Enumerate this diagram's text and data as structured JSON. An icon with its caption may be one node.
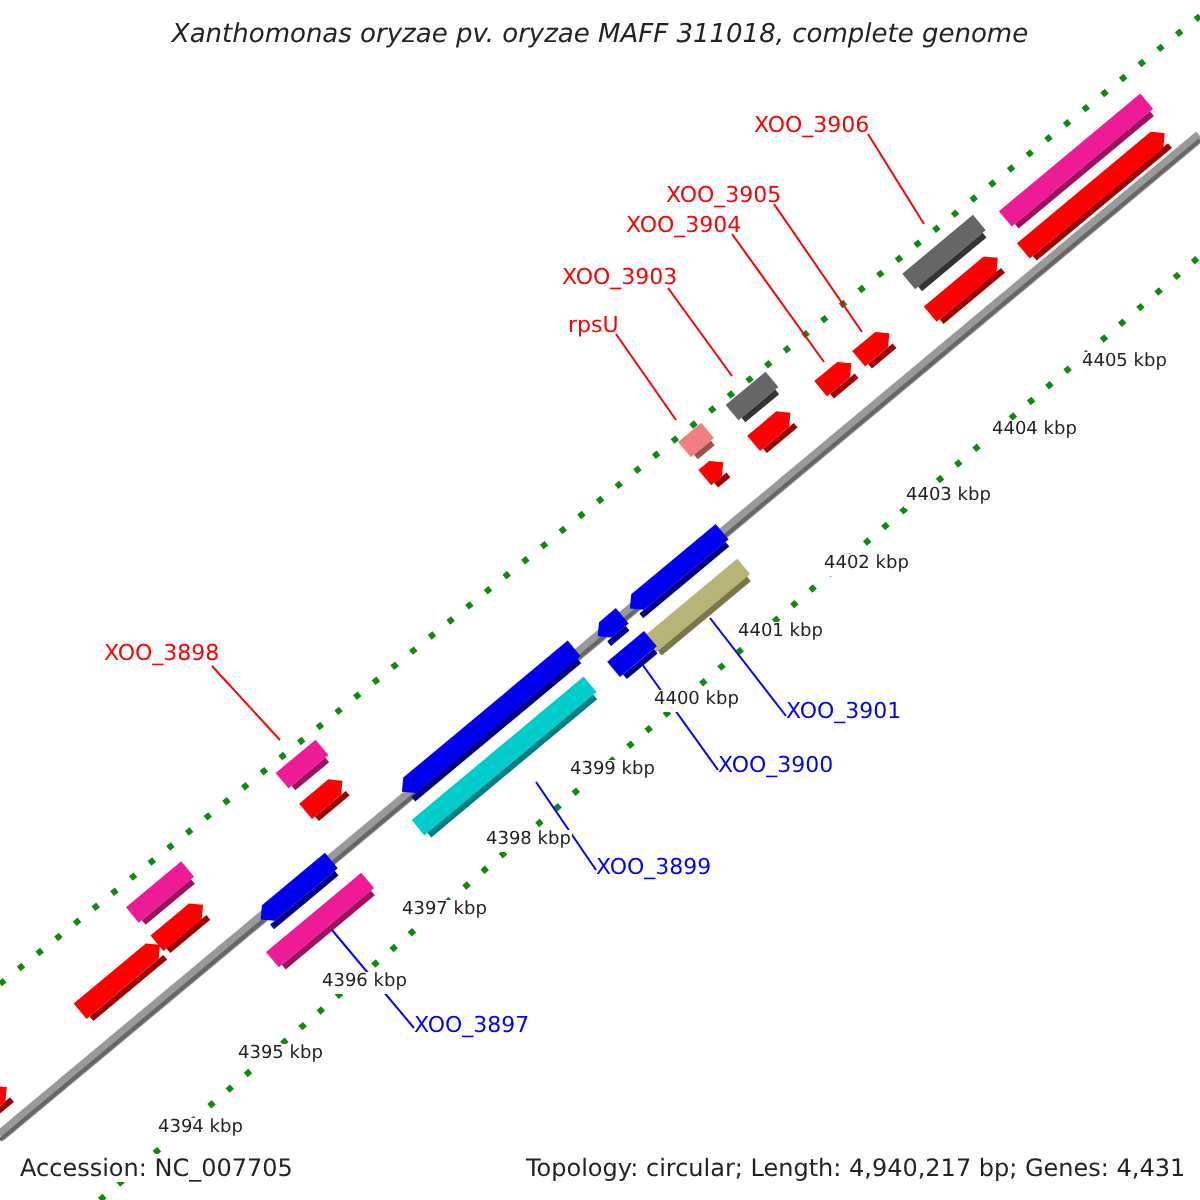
{
  "diagram": {
    "title": "Xanthomonas oryzae pv. oryzae MAFF 311018, complete genome",
    "nodes": [
      {
        "text": [
          "XOO_3906"
        ]
      },
      {
        "text": [],
        "shape": "bar"
      },
      {
        "text": [
          "XOO_3905"
        ]
      },
      {
        "text": [],
        "shape": "bar"
      },
      {
        "text": [
          "XOO_3904"
        ]
      },
      {
        "text": [],
        "shape": "bar"
      },
      {
        "text": [
          "XOO_3903"
        ]
      },
      {
        "text": [],
        "shape": "bar"
      },
      {
        "text": [
          "rpsU"
        ]
      },
      {
        "text": [],
        "shape": "bar"
      },
      {
        "text": [
          "XOO_3898"
        ]
      },
      {
        "text": [],
        "shape": "bar"
      },
      {
        "text": [
          "XOO_3901"
        ]
      },
      {
        "text": [],
        "shape": "bar"
      },
      {
        "text": [
          "XOO_3900"
        ]
      },
      {
        "text": [],
        "shape": "bar"
      },
      {
        "text": [
          "XOO_3899"
        ]
      },
      {
        "text": [],
        "shape": "bar"
      },
      {
        "text": [
          "XOO_3897"
        ]
      },
      {
        "text": [],
        "shape": "bar"
      },
      {
        "text": [],
        "shape": "bar"
      },
      {
        "text": [],
        "shape": "bar"
      },
      {
        "text": [],
        "shape": "bar"
      },
      {
        "text": [],
        "shape": "bar"
      },
      {
        "text": [],
        "shape": "bar"
      },
      {
        "text": [],
        "shape": "bar"
      },
      {
        "text": [],
        "shape": "bar"
      },
      {
        "text": [],
        "shape": "bar"
      },
      {
        "text": [],
        "shape": "bar"
      },
      {
        "text": [],
        "shape": "bar"
      },
      {
        "text": [],
        "shape": "bar"
      },
      {
        "text": [],
        "shape": "bar"
      },
      {
        "text": [],
        "shape": "bar"
      },
      {
        "text": [],
        "shape": "bar"
      }
    ],
    "edges": [
      {
        "from": 0,
        "to": 1,
        "arrow": "none",
        "color": "#ff0000"
      },
      {
        "from": 2,
        "to": 3,
        "arrow": "none",
        "color": "#ff0000"
      },
      {
        "from": 4,
        "to": 5,
        "arrow": "none",
        "color": "#ff0000"
      },
      {
        "from": 6,
        "to": 7,
        "arrow": "none",
        "color": "#ff0000"
      },
      {
        "from": 8,
        "to": 9,
        "arrow": "none",
        "color": "#ff0000"
      },
      {
        "from": 10,
        "to": 11,
        "arrow": "none",
        "color": "#ff0000"
      },
      {
        "from": 12,
        "to": 13,
        "arrow": "none",
        "color": "#0000ff"
      },
      {
        "from": 14,
        "to": 15,
        "arrow": "none",
        "color": "#0000ff"
      },
      {
        "from": 16,
        "to": 17,
        "arrow": "none",
        "color": "#0000ff"
      },
      {
        "from": 18,
        "to": 19,
        "arrow": "none",
        "color": "#0000ff"
      }
    ],
    "labels": [
      "4405 kbp",
      "4404 kbp",
      "4403 kbp",
      "4402 kbp",
      "4401 kbp",
      "4400 kbp",
      "4399 kbp",
      "4398 kbp",
      "4397 kbp",
      "4396 kbp",
      "4395 kbp",
      "4394 kbp",
      "Accession: NC_007705",
      "Topology: circular; Length: 4,940,217 bp; Genes: 4,431"
    ]
  }
}
